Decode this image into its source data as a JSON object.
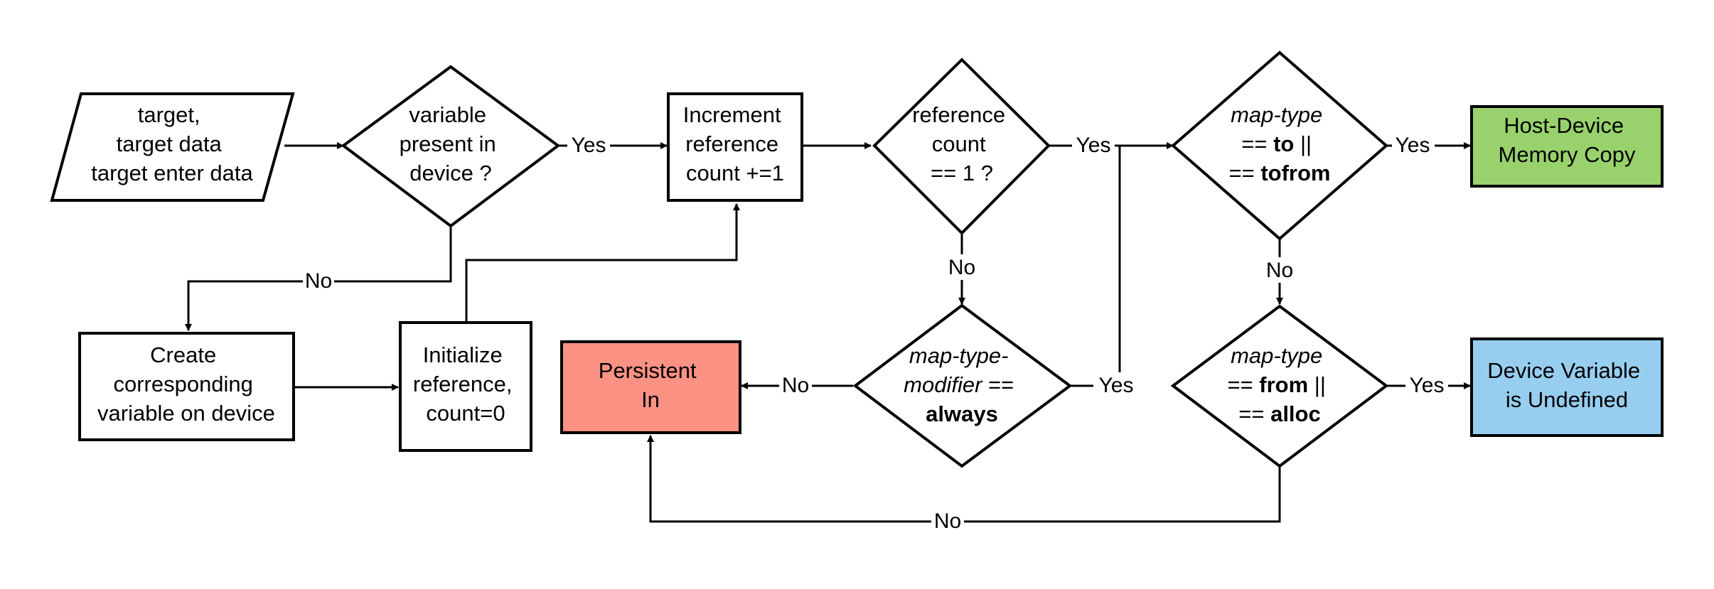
{
  "colors": {
    "persistent_fill": "#fc9283",
    "host_device_fill": "#99d26d",
    "device_undefined_fill": "#97cef0",
    "stroke": "#000000",
    "background": "#ffffff"
  },
  "nodes": {
    "input": {
      "shape": "parallelogram",
      "lines": [
        "target,",
        "target data",
        "target enter data"
      ]
    },
    "present_check": {
      "shape": "diamond",
      "lines": [
        "variable",
        "present in",
        "device ?"
      ]
    },
    "increment": {
      "shape": "process",
      "lines": [
        "Increment",
        "reference",
        "count +=1"
      ]
    },
    "refcount_check": {
      "shape": "diamond",
      "lines": [
        "reference",
        "count",
        "== 1 ?"
      ]
    },
    "maptype_to_check": {
      "shape": "diamond",
      "line1": "map-type",
      "line2_prefix": "== ",
      "line2_bold": "to",
      "line2_suffix": " ||",
      "line3_prefix": "== ",
      "line3_bold": "tofrom"
    },
    "host_device_copy": {
      "shape": "terminal",
      "lines": [
        "Host-Device",
        "Memory Copy"
      ]
    },
    "create_variable": {
      "shape": "process",
      "lines": [
        "Create",
        "corresponding",
        "variable on device"
      ]
    },
    "initialize": {
      "shape": "process",
      "lines": [
        "Initialize",
        "reference,",
        "count=0"
      ]
    },
    "persistent_in": {
      "shape": "terminal",
      "lines": [
        "Persistent",
        "In"
      ]
    },
    "modifier_check": {
      "shape": "diamond",
      "line1": "map-type-",
      "line2_italic": "modifier",
      "line2_suffix": " ==",
      "line3_bold": "always"
    },
    "maptype_from_check": {
      "shape": "diamond",
      "line1": "map-type",
      "line2_prefix": "== ",
      "line2_bold": "from",
      "line2_suffix": " ||",
      "line3_prefix": "== ",
      "line3_bold": "alloc"
    },
    "device_undefined": {
      "shape": "terminal",
      "lines": [
        "Device Variable",
        "is Undefined"
      ]
    }
  },
  "edges": [
    {
      "from": "input",
      "to": "present_check",
      "label": ""
    },
    {
      "from": "present_check",
      "to": "increment",
      "label": "Yes"
    },
    {
      "from": "present_check",
      "to": "create_variable",
      "label": "No"
    },
    {
      "from": "create_variable",
      "to": "initialize",
      "label": ""
    },
    {
      "from": "initialize",
      "to": "increment",
      "label": ""
    },
    {
      "from": "increment",
      "to": "refcount_check",
      "label": ""
    },
    {
      "from": "refcount_check",
      "to": "maptype_to_check",
      "label": "Yes"
    },
    {
      "from": "refcount_check",
      "to": "modifier_check",
      "label": "No"
    },
    {
      "from": "modifier_check",
      "to": "maptype_to_check",
      "label": "Yes"
    },
    {
      "from": "modifier_check",
      "to": "persistent_in",
      "label": "No"
    },
    {
      "from": "maptype_to_check",
      "to": "host_device_copy",
      "label": "Yes"
    },
    {
      "from": "maptype_to_check",
      "to": "maptype_from_check",
      "label": "No"
    },
    {
      "from": "maptype_from_check",
      "to": "device_undefined",
      "label": "Yes"
    },
    {
      "from": "maptype_from_check",
      "to": "persistent_in",
      "label": "No"
    }
  ]
}
